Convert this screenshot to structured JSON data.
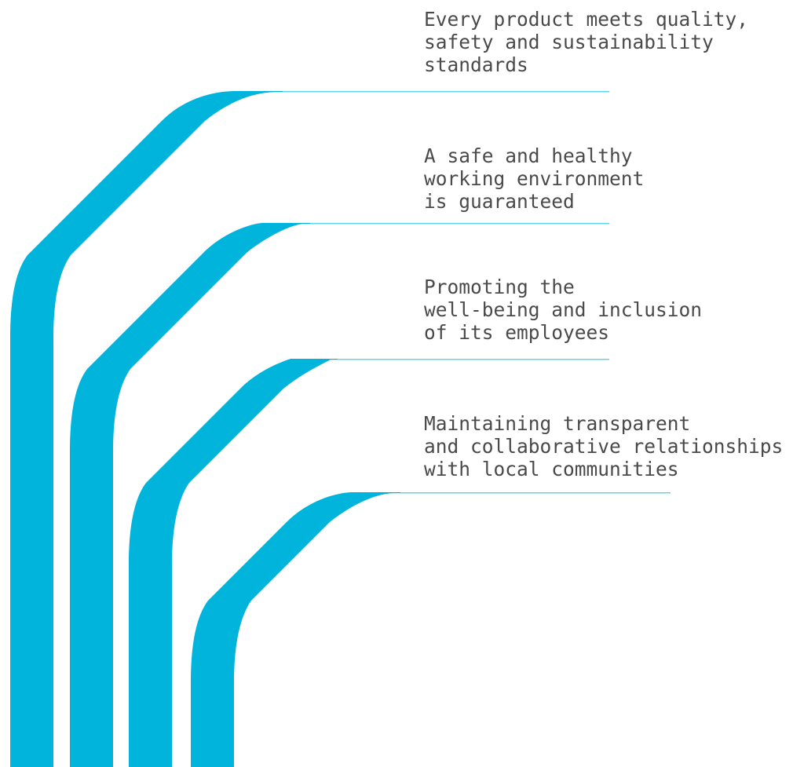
{
  "colors": {
    "band": "#00b4dc",
    "line": "#5fd3ee",
    "text": "#4a4a4a"
  },
  "items": [
    {
      "lines": [
        "Every product meets quality,",
        "safety and sustainability",
        "standards"
      ]
    },
    {
      "lines": [
        "A safe and healthy",
        "working environment",
        "is guaranteed"
      ]
    },
    {
      "lines": [
        "Promoting the",
        "well-being and inclusion",
        "of its employees"
      ]
    },
    {
      "lines": [
        "Maintaining transparent",
        "and collaborative relationships",
        "with local communities"
      ]
    }
  ]
}
